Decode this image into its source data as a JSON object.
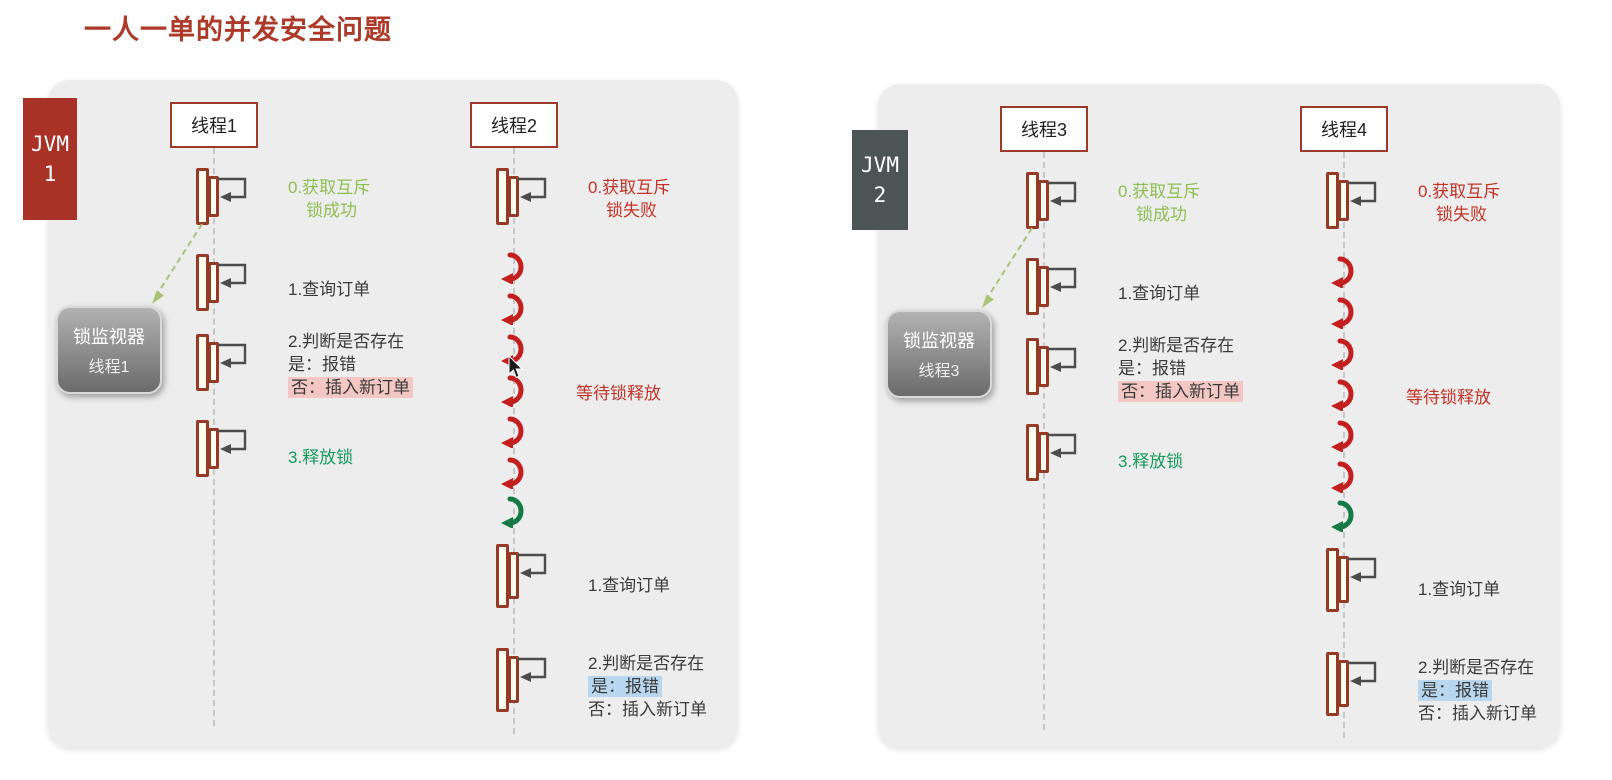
{
  "title": "一人一单的并发安全问题",
  "colors": {
    "accent_red": "#ad3a28",
    "jvm1_bg": "#a93226",
    "jvm2_bg": "#4c5454",
    "green_light": "#8fbe55",
    "green_dark": "#15995c",
    "red_text": "#c13327",
    "pink_highlight": "#f3c7c3",
    "blue_highlight": "#b8d7ee"
  },
  "panels": [
    {
      "jvm_line1": "JVM",
      "jvm_line2": "1",
      "holder": {
        "name": "线程1",
        "step0a": "0.获取互斥",
        "step0b": "锁成功",
        "step1": "1.查询订单",
        "step2a": "2.判断是否存在",
        "step2b": "是：报错",
        "step2c": "否：插入新订单",
        "step3": "3.释放锁"
      },
      "monitor_title": "锁监视器",
      "monitor_owner": "线程1",
      "waiter": {
        "name": "线程2",
        "step0a": "0.获取互斥",
        "step0b": "锁失败",
        "wait": "等待锁释放",
        "step1": "1.查询订单",
        "step2a": "2.判断是否存在",
        "step2b": "是：报错",
        "step2c": "否：插入新订单"
      }
    },
    {
      "jvm_line1": "JVM",
      "jvm_line2": "2",
      "holder": {
        "name": "线程3",
        "step0a": "0.获取互斥",
        "step0b": "锁成功",
        "step1": "1.查询订单",
        "step2a": "2.判断是否存在",
        "step2b": "是：报错",
        "step2c": "否：插入新订单",
        "step3": "3.释放锁"
      },
      "monitor_title": "锁监视器",
      "monitor_owner": "线程3",
      "waiter": {
        "name": "线程4",
        "step0a": "0.获取互斥",
        "step0b": "锁失败",
        "wait": "等待锁释放",
        "step1": "1.查询订单",
        "step2a": "2.判断是否存在",
        "step2b": "是：报错",
        "step2c": "否：插入新订单"
      }
    }
  ]
}
